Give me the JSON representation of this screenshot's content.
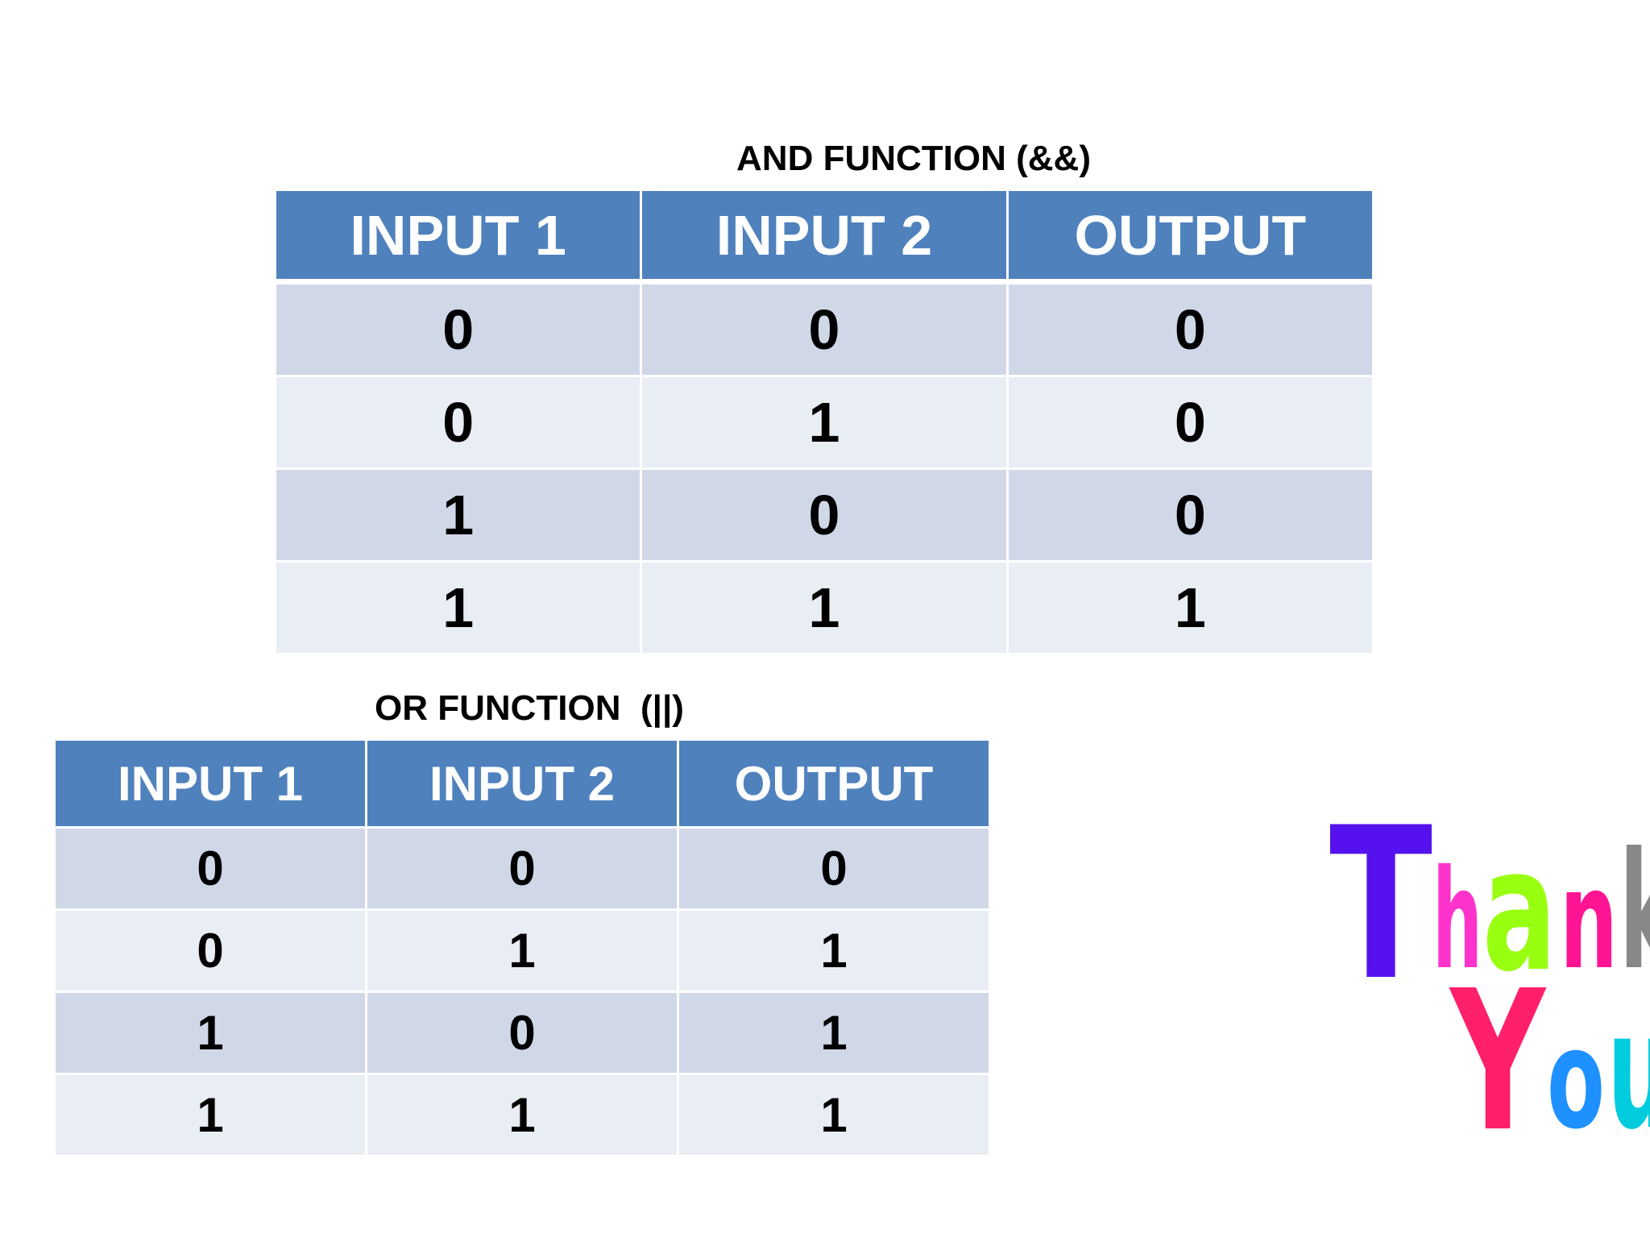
{
  "and_section": {
    "caption": "AND FUNCTION (&&)",
    "headers": [
      "INPUT 1",
      "INPUT 2",
      "OUTPUT"
    ],
    "rows": [
      [
        "0",
        "0",
        "0"
      ],
      [
        "0",
        "1",
        "0"
      ],
      [
        "1",
        "0",
        "0"
      ],
      [
        "1",
        "1",
        "1"
      ]
    ]
  },
  "or_section": {
    "caption": "OR FUNCTION  (||)",
    "headers": [
      "INPUT 1",
      "INPUT 2",
      "OUTPUT"
    ],
    "rows": [
      [
        "0",
        "0",
        "0"
      ],
      [
        "0",
        "1",
        "1"
      ],
      [
        "1",
        "0",
        "1"
      ],
      [
        "1",
        "1",
        "1"
      ]
    ]
  },
  "thank_you": {
    "lettering": "Thank You",
    "colors": {
      "T": "#5511ee",
      "h": "#ff33cc",
      "a": "#99ff11",
      "n": "#ff1493",
      "Y": "#ff1f6b",
      "o": "#1e90ff",
      "u": "#00ccdd"
    }
  },
  "theme": {
    "header_fill": "#4f81bd",
    "row_fill_odd": "#d0d8e8",
    "row_fill_even": "#e9edf4"
  }
}
